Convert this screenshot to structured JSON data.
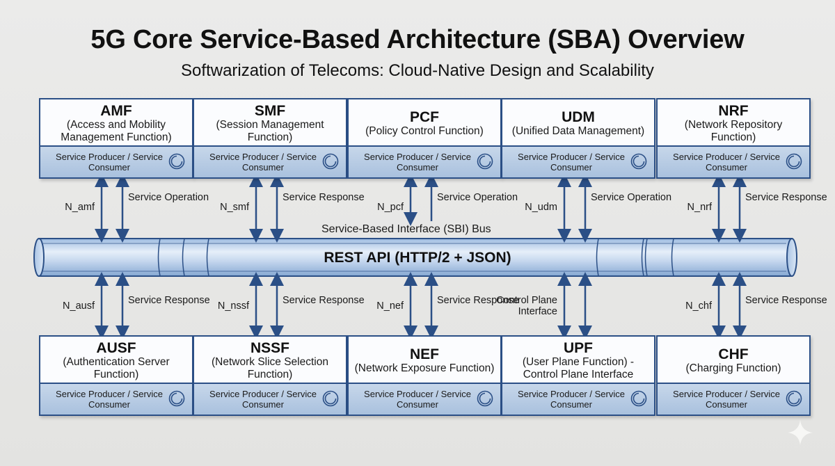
{
  "title": "5G Core Service-Based Architecture (SBA) Overview",
  "subtitle": "Softwarization of Telecoms: Cloud-Native Design and Scalability",
  "bus": {
    "label": "Service-Based Interface (SBI) Bus",
    "protocol": "REST API (HTTP/2 + JSON)"
  },
  "colors": {
    "accent": "#2b4f86",
    "box_footer": "#b8cce4",
    "bus_fill": "#c3d6ee",
    "background": "#e8e8e6"
  },
  "top_functions": [
    {
      "abbr": "AMF",
      "full": "(Access and Mobility Management Function)",
      "role": "Service Producer / Service Consumer",
      "interface": "N_amf",
      "message": "Service Operation",
      "icon": "cycle-icon"
    },
    {
      "abbr": "SMF",
      "full": "(Session Management Function)",
      "role": "Service Producer / Service Consumer",
      "interface": "N_smf",
      "message": "Service Response",
      "icon": "cycle-icon"
    },
    {
      "abbr": "PCF",
      "full": "(Policy Control Function)",
      "role": "Service Producer / Service Consumer",
      "interface": "N_pcf",
      "message": "Service Operation",
      "icon": "cycle-icon"
    },
    {
      "abbr": "UDM",
      "full": "(Unified Data Management)",
      "role": "Service Producer / Service Consumer",
      "interface": "N_udm",
      "message": "Service Operation",
      "icon": "cycle-icon"
    },
    {
      "abbr": "NRF",
      "full": "(Network Repository Function)",
      "role": "Service Producer / Service Consumer",
      "interface": "N_nrf",
      "message": "Service Response",
      "icon": "cycle-icon"
    }
  ],
  "bottom_functions": [
    {
      "abbr": "AUSF",
      "full": "(Authentication Server Function)",
      "role": "Service Producer / Service Consumer",
      "interface": "N_ausf",
      "message": "Service Response",
      "icon": "cycle-icon"
    },
    {
      "abbr": "NSSF",
      "full": "(Network Slice Selection Function)",
      "role": "Service Producer / Service Consumer",
      "interface": "N_nssf",
      "message": "Service Response",
      "icon": "cycle-icon"
    },
    {
      "abbr": "NEF",
      "full": "(Network Exposure Function)",
      "role": "Service Producer / Service Consumer",
      "interface": "N_nef",
      "message": "Service Response",
      "icon": "cycle-icon"
    },
    {
      "abbr": "UPF",
      "full": "(User Plane Function) - Control Plane Interface",
      "role": "Service Producer / Service Consumer",
      "interface": "",
      "message": "Control Plane Interface",
      "icon": "cycle-icon"
    },
    {
      "abbr": "CHF",
      "full": "(Charging Function)",
      "role": "Service Producer / Service Consumer",
      "interface": "N_chf",
      "message": "Service Response",
      "icon": "cycle-icon"
    }
  ]
}
